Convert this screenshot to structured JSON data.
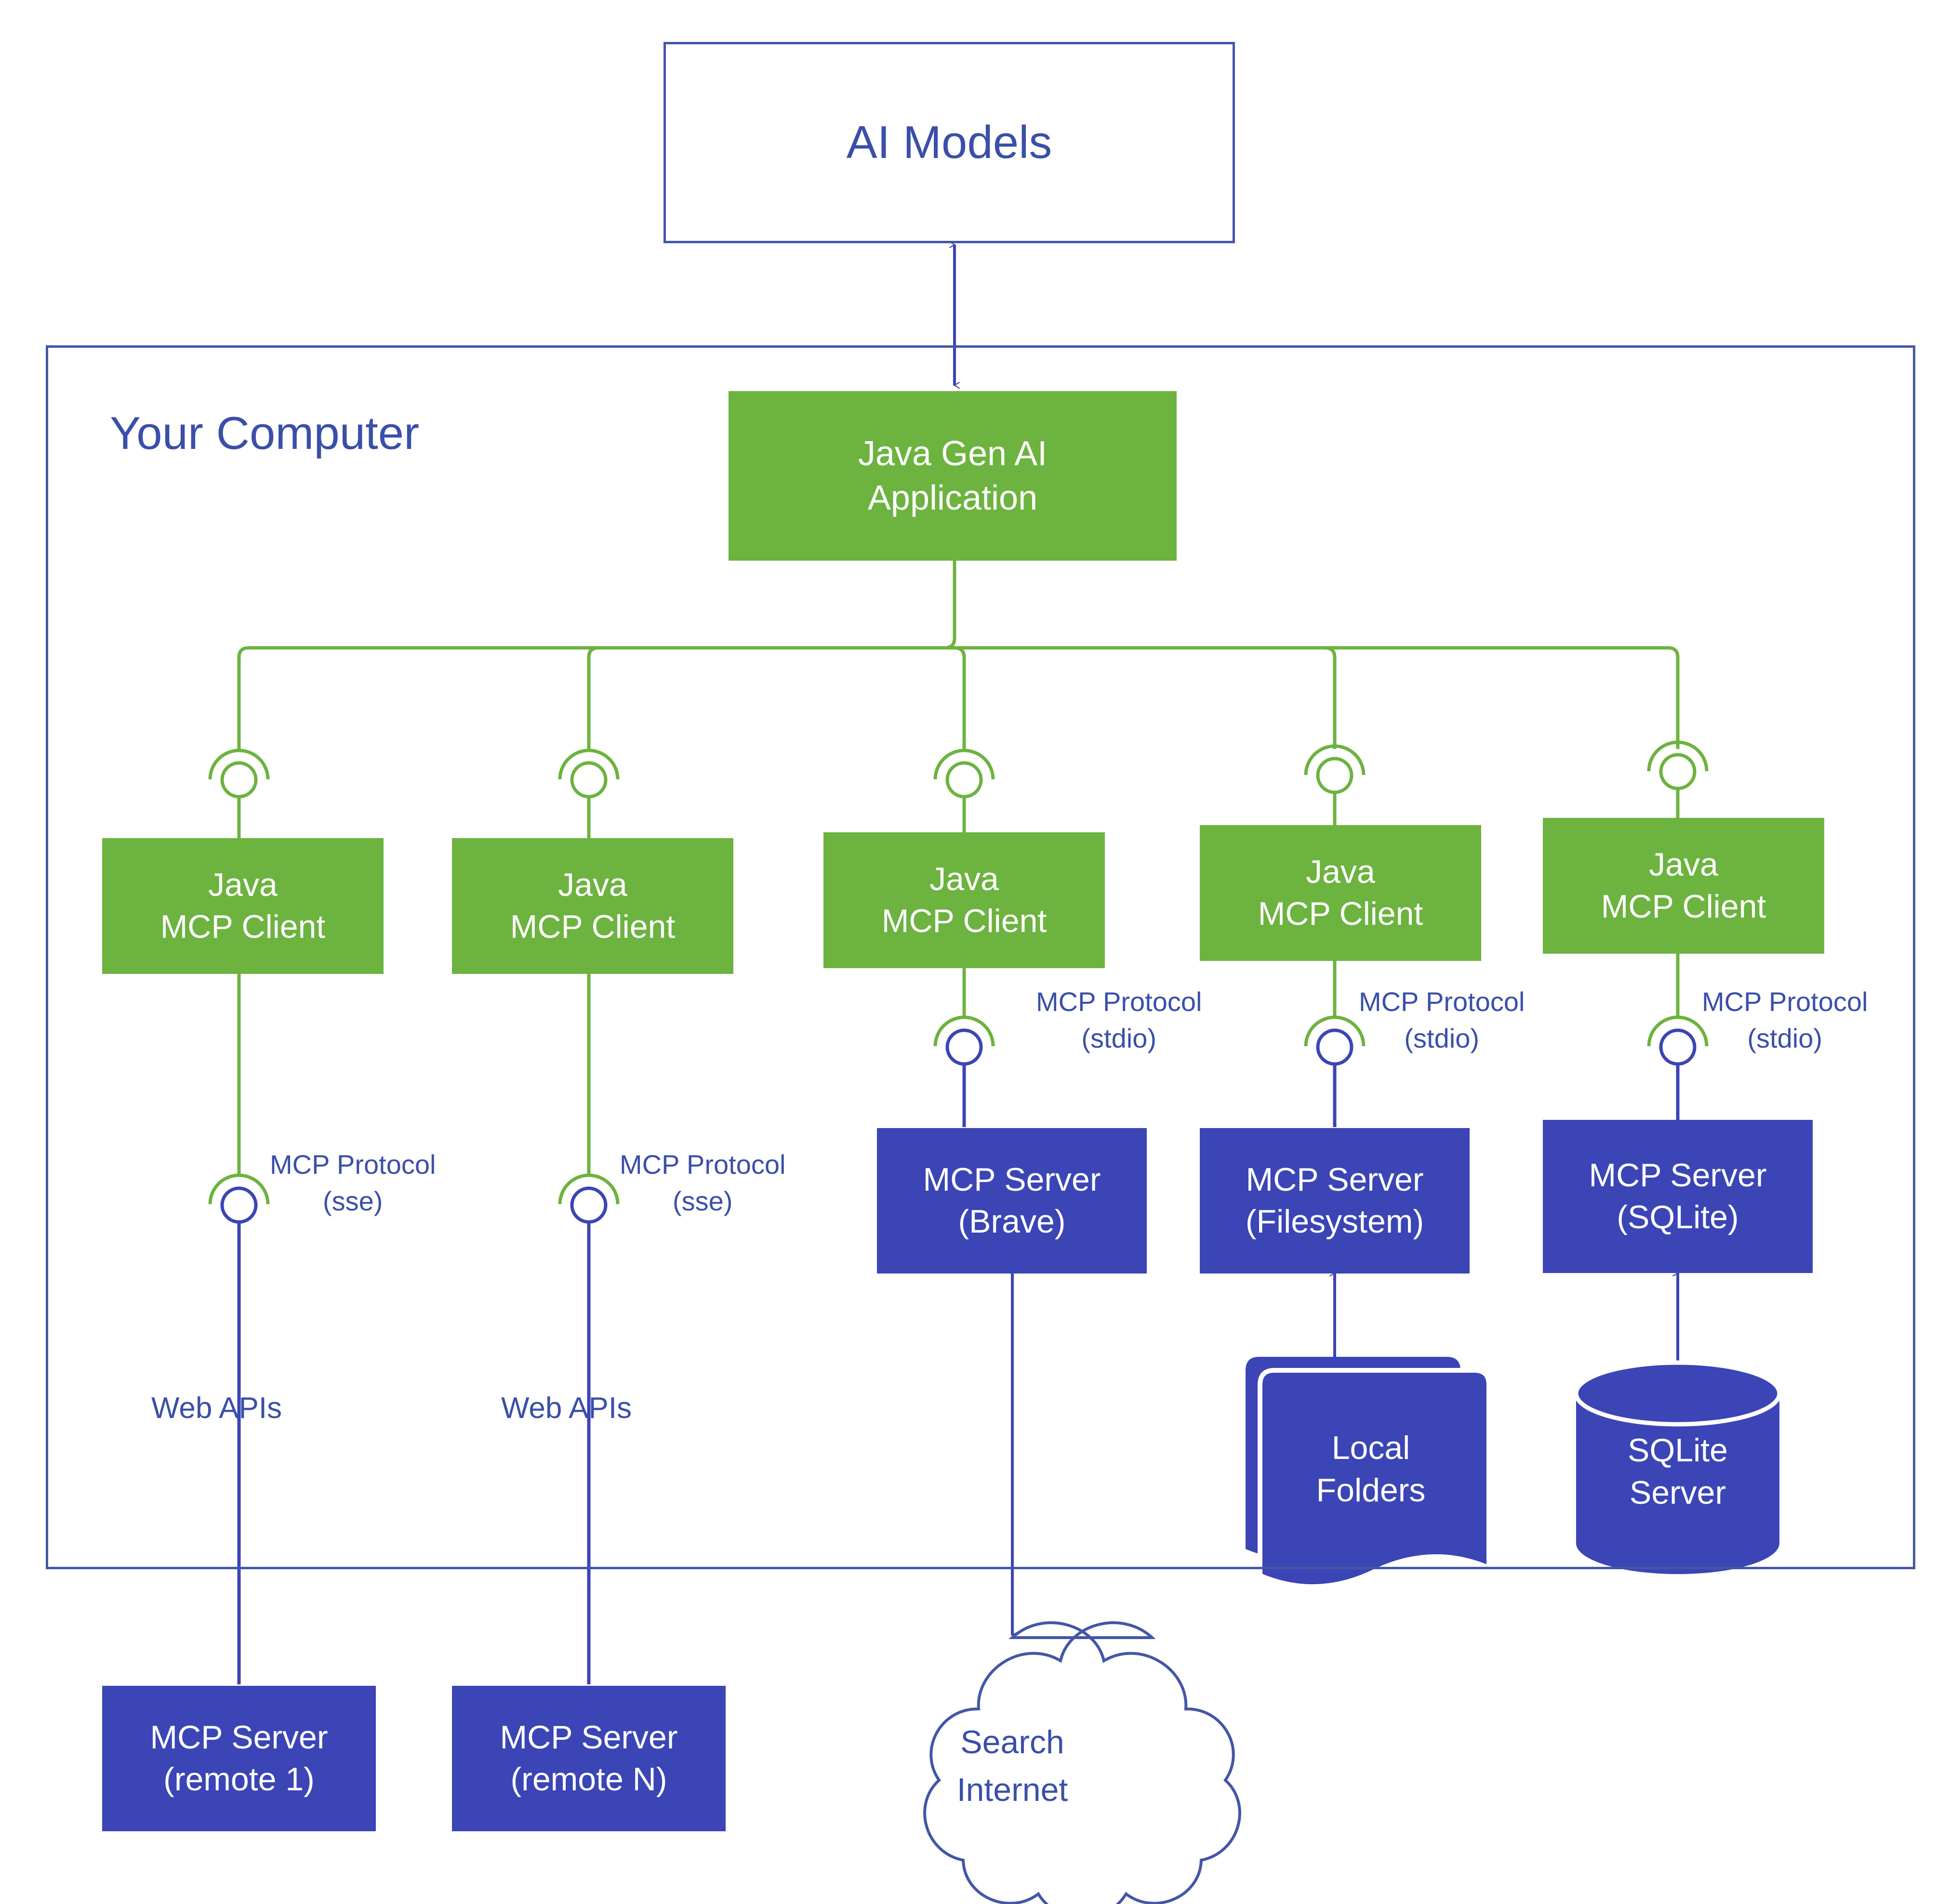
{
  "diagram": {
    "title": "Java Gen AI MCP architecture",
    "colors": {
      "green": "#6CB33F",
      "blue": "#3B45B5",
      "outline_blue": "#4456A6",
      "text_blue": "#3A4FA8",
      "white": "#FFFFFF"
    }
  },
  "ai_models": {
    "label": "AI Models"
  },
  "computer_frame": {
    "label": "Your Computer"
  },
  "application": {
    "line1": "Java Gen AI",
    "line2": "Application"
  },
  "clients": [
    {
      "line1": "Java",
      "line2": "MCP Client"
    },
    {
      "line1": "Java",
      "line2": "MCP Client"
    },
    {
      "line1": "Java",
      "line2": "MCP Client"
    },
    {
      "line1": "Java",
      "line2": "MCP Client"
    },
    {
      "line1": "Java",
      "line2": "MCP Client"
    }
  ],
  "protocol_labels": [
    {
      "line1": "MCP Protocol",
      "line2": "(sse)"
    },
    {
      "line1": "MCP Protocol",
      "line2": "(sse)"
    },
    {
      "line1": "MCP Protocol",
      "line2": "(stdio)"
    },
    {
      "line1": "MCP Protocol",
      "line2": "(stdio)"
    },
    {
      "line1": "MCP Protocol",
      "line2": "(stdio)"
    }
  ],
  "web_api_labels": [
    {
      "label": "Web APIs"
    },
    {
      "label": "Web APIs"
    }
  ],
  "local_servers": [
    {
      "line1": "MCP Server",
      "line2": "(Brave)"
    },
    {
      "line1": "MCP Server",
      "line2": "(Filesystem)"
    },
    {
      "line1": "MCP Server",
      "line2": "(SQLite)"
    }
  ],
  "remote_servers": [
    {
      "line1": "MCP Server",
      "line2": "(remote 1)"
    },
    {
      "line1": "MCP Server",
      "line2": "(remote N)"
    }
  ],
  "resources": {
    "folders": {
      "line1": "Local",
      "line2": "Folders"
    },
    "database": {
      "line1": "SQLite",
      "line2": "Server"
    },
    "cloud": {
      "line1": "Search",
      "line2": "Internet"
    }
  }
}
